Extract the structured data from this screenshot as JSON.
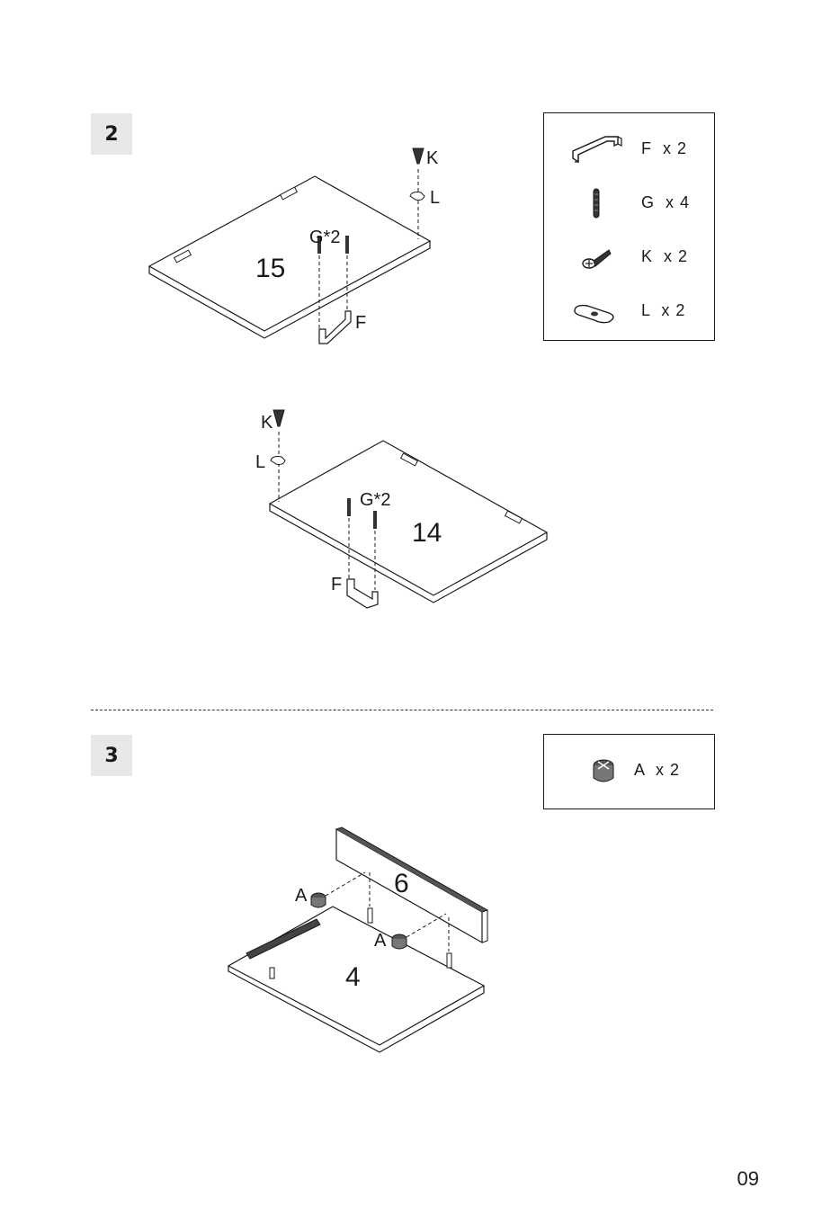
{
  "steps": [
    {
      "number": "2",
      "parts": [
        {
          "icon": "handle-icon",
          "label": "F  x 2"
        },
        {
          "icon": "dowel-pin-icon",
          "label": "G  x 4"
        },
        {
          "icon": "screw-icon",
          "label": "K  x 2"
        },
        {
          "icon": "plate-icon",
          "label": "L  x 2"
        }
      ],
      "panels": [
        {
          "number": "15",
          "labels": {
            "screw": "K",
            "plate": "L",
            "dowels": "G*2",
            "handle": "F"
          }
        },
        {
          "number": "14",
          "labels": {
            "screw": "K",
            "plate": "L",
            "dowels": "G*2",
            "handle": "F"
          }
        }
      ]
    },
    {
      "number": "3",
      "parts": [
        {
          "icon": "cam-lock-icon",
          "label": "A  x 2"
        }
      ],
      "panels": {
        "back": "6",
        "base": "4",
        "cam_label_1": "A",
        "cam_label_2": "A"
      }
    }
  ],
  "page_number": "09"
}
